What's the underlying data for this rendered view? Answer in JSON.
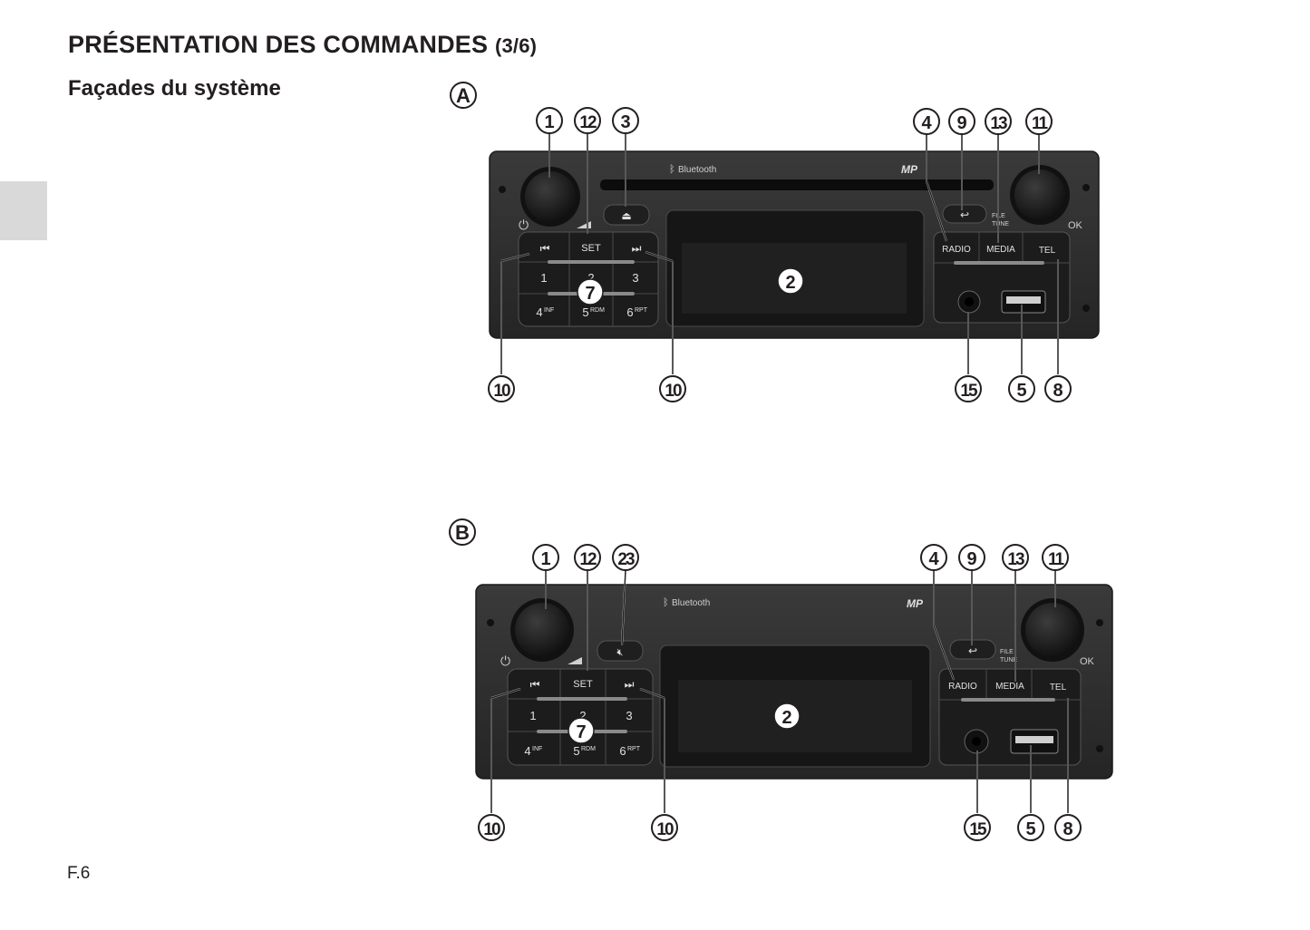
{
  "header": {
    "title": "PRÉSENTATION DES COMMANDES",
    "title_part": "(3/6)",
    "subtitle": "Façades du système"
  },
  "footer": {
    "page_number": "F.6"
  },
  "colors": {
    "side_tab": "#d9d9d9",
    "panel": "#2b2b2b",
    "text": "#231f20"
  },
  "figures": [
    {
      "label": "A",
      "device": {
        "bluetooth": "Bluetooth",
        "mp": "MP",
        "buttons": {
          "prev": "⏮",
          "set": "SET",
          "next": "⏭",
          "p1": "1",
          "p2": "2",
          "p3": "3",
          "p4": "4",
          "p4s": "INF",
          "p5": "5",
          "p5s": "RDM",
          "p6": "6",
          "p6s": "RPT",
          "radio": "RADIO",
          "media": "MEDIA",
          "tel": "TEL",
          "file": "FILE",
          "tune": "TUNE",
          "ok": "OK"
        }
      },
      "callouts_top": [
        "1",
        "12",
        "3",
        "4",
        "9",
        "13",
        "11"
      ],
      "callouts_bottom": [
        "10",
        "10",
        "15",
        "5",
        "8"
      ],
      "callouts_inner": [
        "2",
        "7"
      ]
    },
    {
      "label": "B",
      "device": {
        "bluetooth": "Bluetooth",
        "mp": "MP",
        "buttons": {
          "prev": "⏮",
          "set": "SET",
          "next": "⏭",
          "p1": "1",
          "p2": "2",
          "p3": "3",
          "p4": "4",
          "p4s": "INF",
          "p5": "5",
          "p5s": "RDM",
          "p6": "6",
          "p6s": "RPT",
          "radio": "RADIO",
          "media": "MEDIA",
          "tel": "TEL",
          "file": "FILE",
          "tune": "TUNE",
          "ok": "OK"
        }
      },
      "callouts_top": [
        "1",
        "12",
        "23",
        "4",
        "9",
        "13",
        "11"
      ],
      "callouts_bottom": [
        "10",
        "10",
        "15",
        "5",
        "8"
      ],
      "callouts_inner": [
        "2",
        "7"
      ]
    }
  ]
}
